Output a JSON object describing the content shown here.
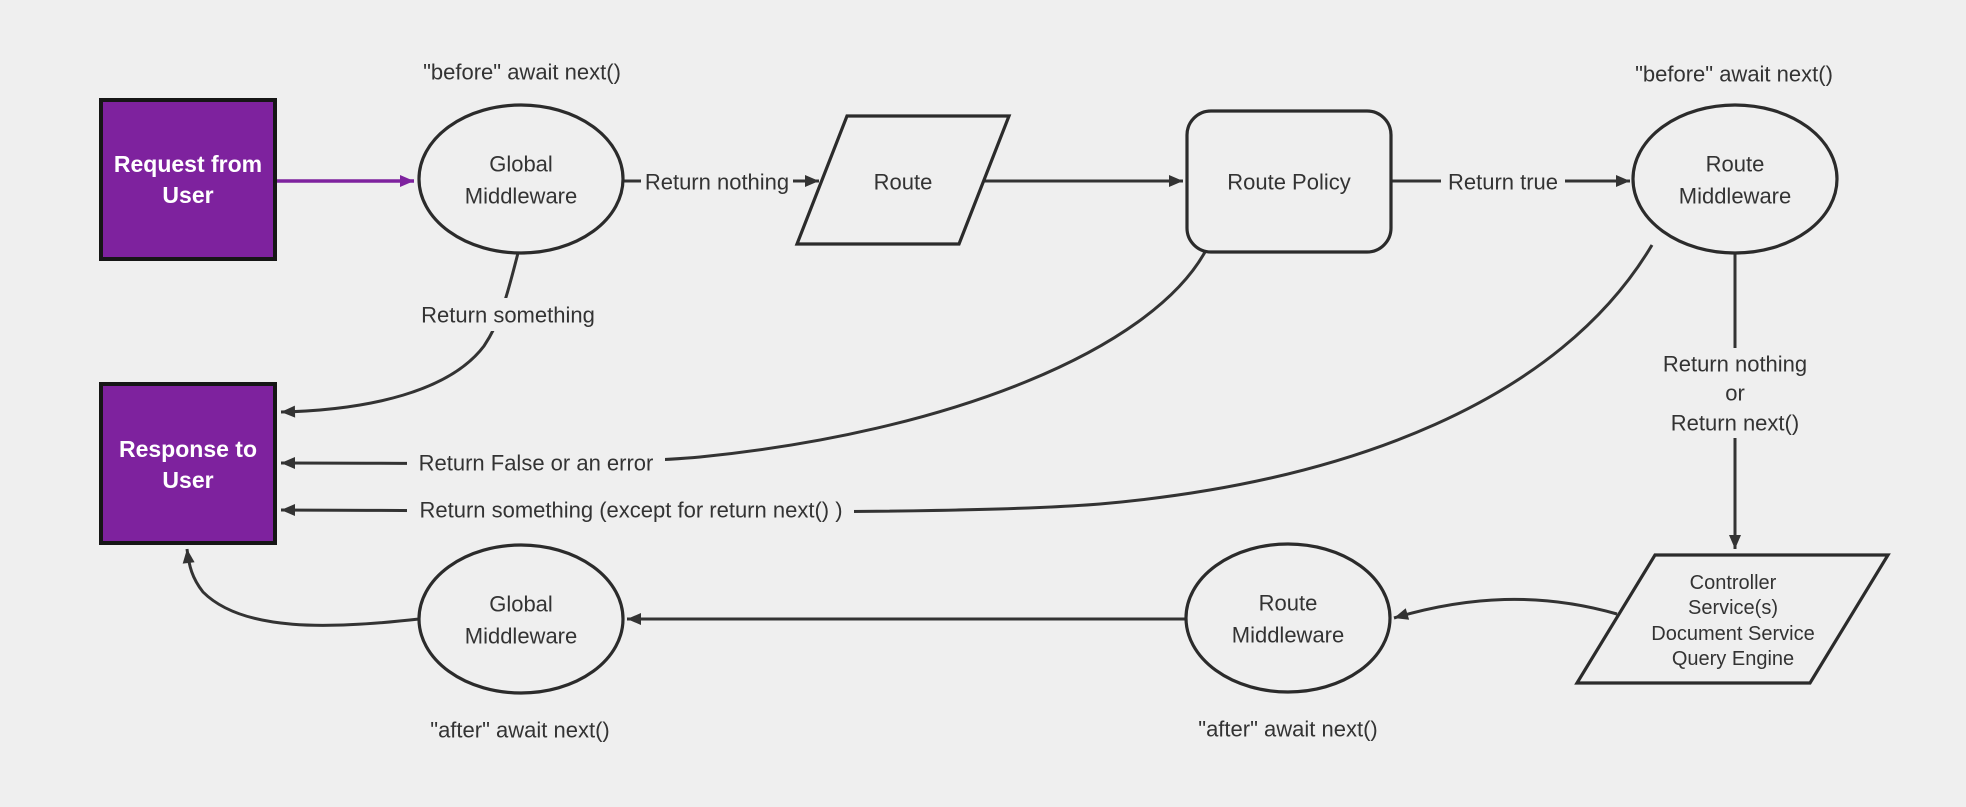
{
  "diagram": {
    "background_color": "#efefef",
    "accent_purple": "#7E229E",
    "line_color": "#333333",
    "nodes": {
      "request_box": {
        "label": "Request from User",
        "lines": [
          "Request from",
          "User"
        ]
      },
      "response_box": {
        "label": "Response to User",
        "lines": [
          "Response to",
          "User"
        ]
      },
      "global_middleware_top": {
        "label": "Global Middleware",
        "lines": [
          "Global",
          "Middleware"
        ]
      },
      "route": {
        "label": "Route"
      },
      "route_policy": {
        "label": "Route Policy"
      },
      "route_middleware_top": {
        "label": "Route Middleware",
        "lines": [
          "Route",
          "Middleware"
        ]
      },
      "controller": {
        "label": "Controller Service(s) Document Service Query Engine",
        "lines": [
          "Controller",
          "Service(s)",
          "Document Service",
          "Query Engine"
        ]
      },
      "route_middleware_bottom": {
        "label": "Route Middleware",
        "lines": [
          "Route",
          "Middleware"
        ]
      },
      "global_middleware_bottom": {
        "label": "Global Middleware",
        "lines": [
          "Global",
          "Middleware"
        ]
      }
    },
    "annotations": {
      "before_await_left": "\"before\" await next()",
      "before_await_right": "\"before\" await next()",
      "after_await_left": "\"after\" await next()",
      "after_await_right": "\"after\" await next()"
    },
    "edge_labels": {
      "return_nothing": "Return nothing",
      "return_true": "Return true",
      "return_something": "Return something",
      "return_false": "Return False or an error",
      "return_something_except": "Return something (except for return next() )",
      "return_nothing_or_next": {
        "lines": [
          "Return nothing",
          "or",
          "Return next()"
        ]
      }
    }
  }
}
